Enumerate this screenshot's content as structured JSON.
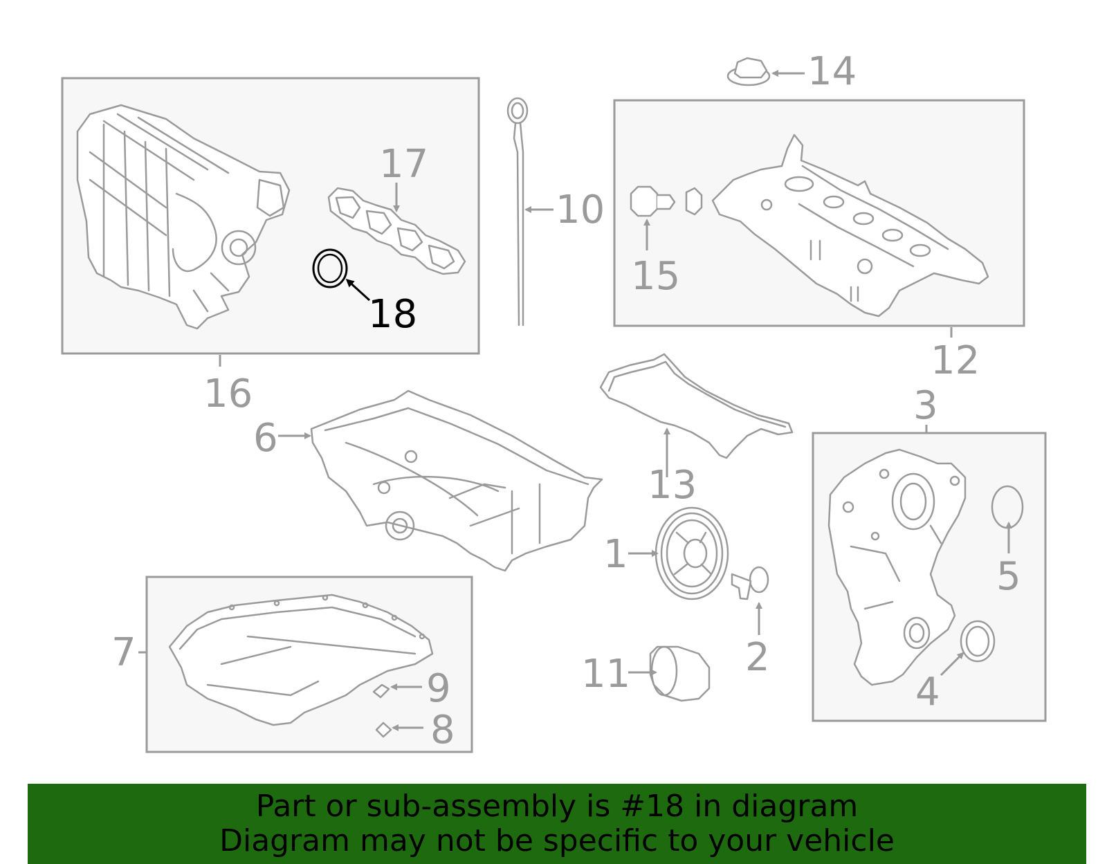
{
  "diagram": {
    "highlighted_part": "18",
    "callouts": {
      "c1": "1",
      "c2": "2",
      "c3": "3",
      "c4": "4",
      "c5": "5",
      "c6": "6",
      "c7": "7",
      "c8": "8",
      "c9": "9",
      "c10": "10",
      "c11": "11",
      "c12": "12",
      "c13": "13",
      "c14": "14",
      "c15": "15",
      "c16": "16",
      "c17": "17",
      "c18": "18"
    }
  },
  "banner": {
    "line1": "Part or sub-assembly is #18 in diagram",
    "line2": "Diagram may not be specific to your vehicle"
  },
  "colors": {
    "line": "#9a9a9a",
    "highlight": "#000000",
    "box_fill": "#f7f7f7",
    "banner_bg": "#1d6b0e"
  }
}
